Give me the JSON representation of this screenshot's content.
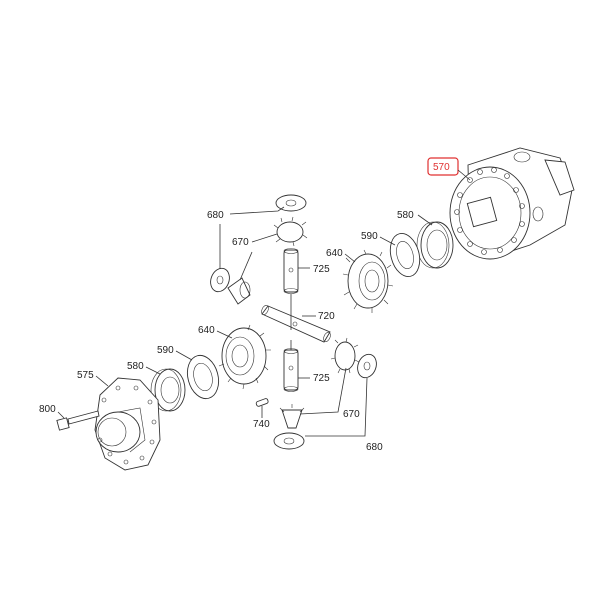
{
  "diagram": {
    "highlight_color": "#e03030",
    "labels": {
      "p570": "570",
      "p580_top": "580",
      "p590_top": "590",
      "p640_top": "640",
      "p680_top": "680",
      "p670_top": "670",
      "p725_top": "725",
      "p720": "720",
      "p640_left": "640",
      "p590_left": "590",
      "p580_left": "580",
      "p575": "575",
      "p800": "800",
      "p725_bottom": "725",
      "p740": "740",
      "p670_bottom": "670",
      "p680_bottom": "680"
    }
  }
}
